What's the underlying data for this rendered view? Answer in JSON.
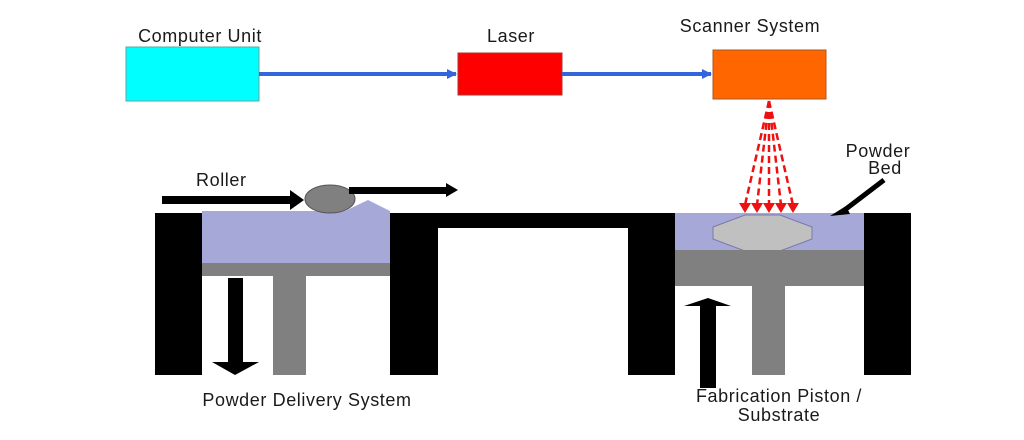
{
  "title": "Selective Laser Sintering process schematic",
  "labels": {
    "computer_unit": "Computer Unit",
    "laser": "Laser",
    "scanner_system": "Scanner System",
    "roller": "Roller",
    "powder_bed_line1": "Powder",
    "powder_bed_line2": "Bed",
    "powder_delivery": "Powder Delivery System",
    "fabrication_line1": "Fabrication Piston /",
    "fabrication_line2": "Substrate"
  },
  "colors": {
    "computer_unit": "#00ffff",
    "laser": "#ff0000",
    "scanner": "#ff6600",
    "connector_arrow": "#3366dd",
    "laser_beam": "#ee1111",
    "powder": "#a6a8d8",
    "piston": "#808080",
    "part": "#c0c0c0",
    "wall": "#000000"
  },
  "laser_beams": 5
}
